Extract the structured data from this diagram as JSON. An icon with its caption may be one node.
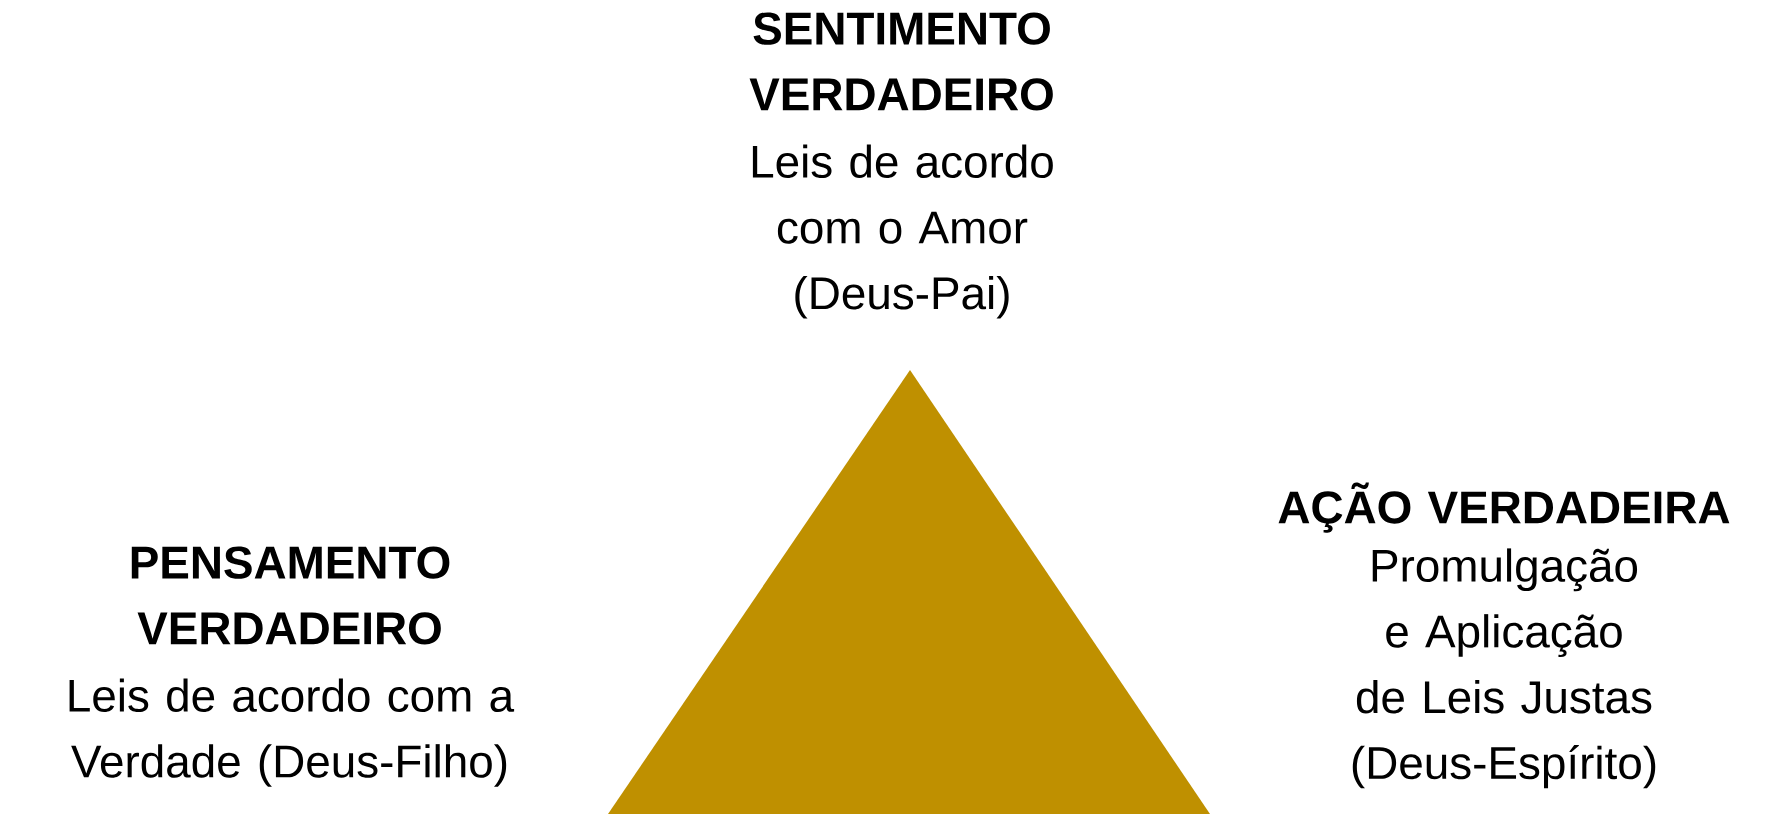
{
  "diagram": {
    "nodes": [
      {
        "text": [],
        "shape": "triangle"
      }
    ],
    "labels": [
      "SENTIMENTO VERDADEIRO",
      "Leis de acordo com o Amor (Deus-Pai)",
      "AÇÃO VERDADEIRA",
      "Promulgação e Aplicação de Leis Justas (Deus-Espírito)",
      "PENSAMENTO VERDADEIRO",
      "Leis de acordo com a Verdade (Deus-Filho)"
    ]
  }
}
